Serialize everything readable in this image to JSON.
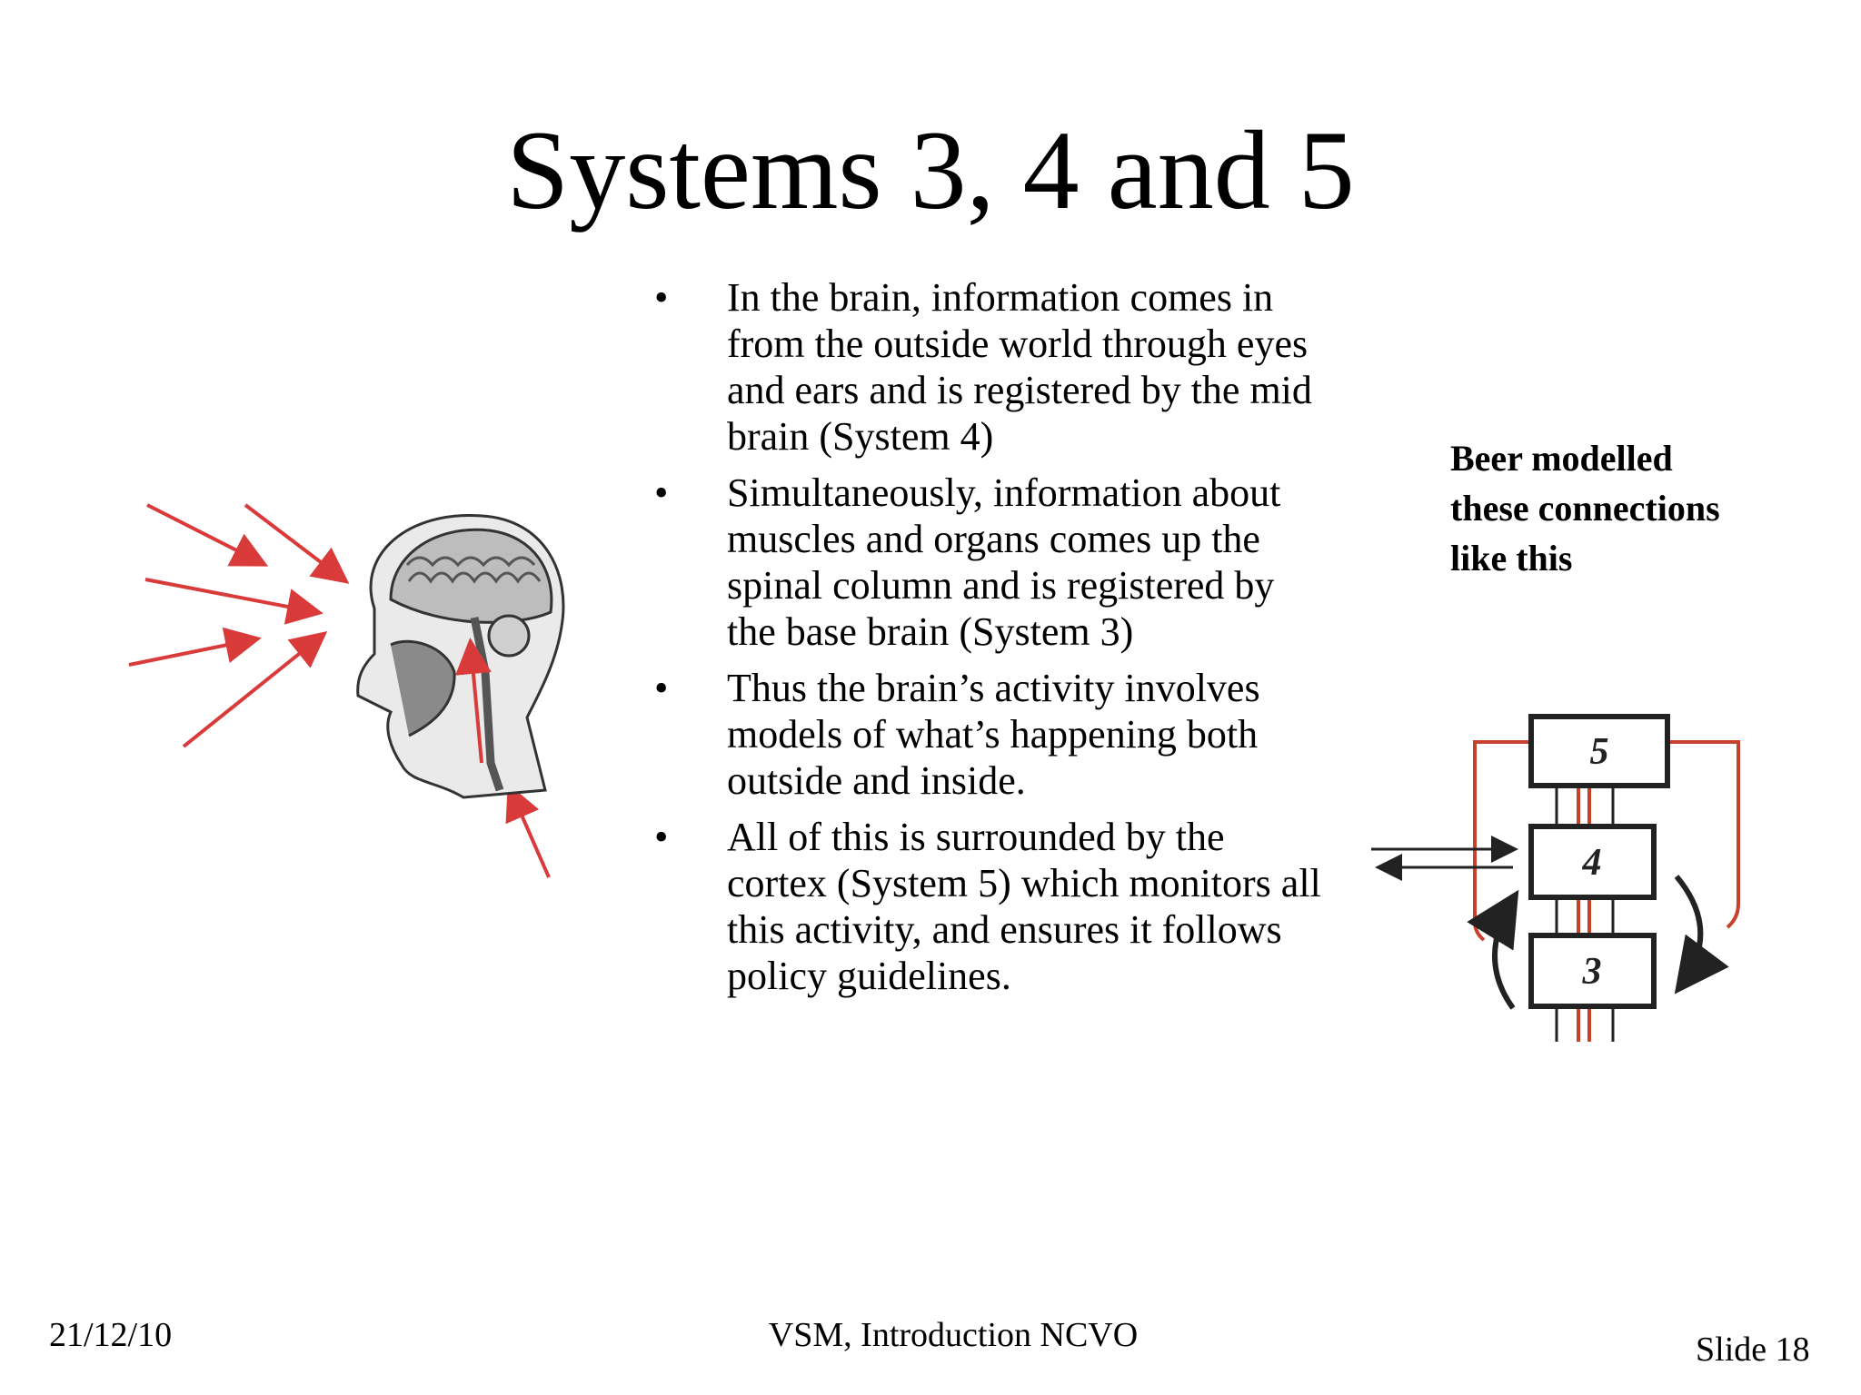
{
  "slide": {
    "title": "Systems 3, 4 and 5",
    "bullet_symbol": "•",
    "bullets": [
      "In the brain, information comes in from the outside world through eyes and ears and is registered by the mid brain (System 4)",
      "Simultaneously, information about muscles and organs comes up the spinal column and is registered by the base brain (System 3)",
      "Thus the brain’s activity involves models of what’s happening both outside and inside.",
      "All of this is surrounded by the cortex (System 5) which monitors all this activity, and ensures it follows policy guidelines."
    ],
    "side_note": "Beer modelled these connections like this",
    "diagram_labels": [
      "5",
      "4",
      "3"
    ]
  },
  "footer": {
    "date": "21/12/10",
    "center": "VSM, Introduction NCVO",
    "slide_number": "Slide 18"
  },
  "colors": {
    "text": "#000000",
    "arrow_red": "#d93a3a",
    "connection_red": "#c8412c"
  }
}
